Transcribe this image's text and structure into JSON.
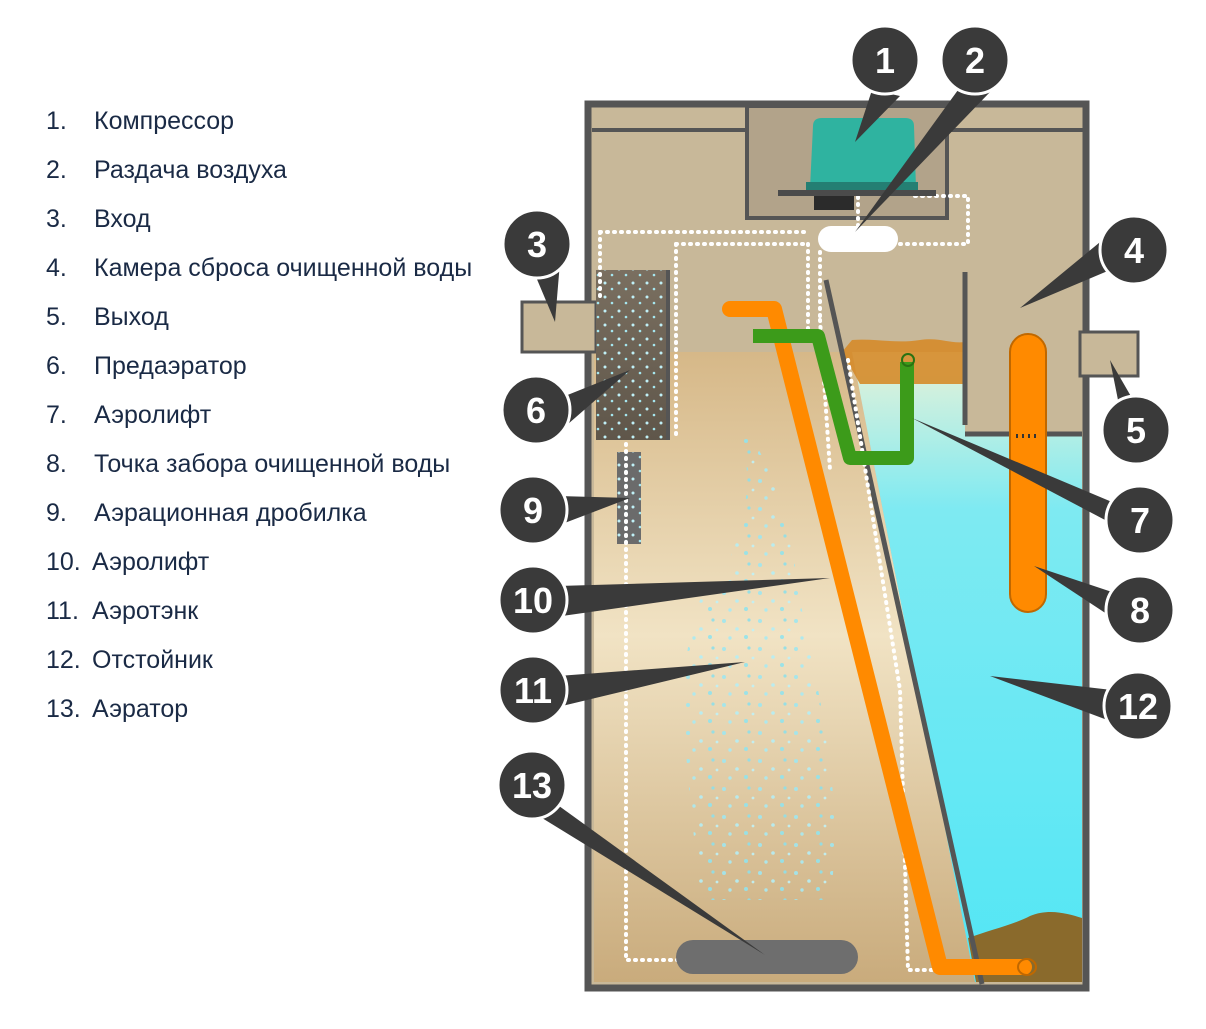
{
  "legend": [
    {
      "num": "1.",
      "label": "Компрессор"
    },
    {
      "num": "2.",
      "label": "Раздача воздуха"
    },
    {
      "num": "3.",
      "label": "Вход"
    },
    {
      "num": "4.",
      "label": "Камера сброса очищенной воды"
    },
    {
      "num": "5.",
      "label": "Выход"
    },
    {
      "num": "6.",
      "label": "Предаэратор"
    },
    {
      "num": "7.",
      "label": "Аэролифт"
    },
    {
      "num": "8.",
      "label": "Точка забора очищенной воды"
    },
    {
      "num": "9.",
      "label": "Аэрационная дробилка"
    },
    {
      "num": "10.",
      "label": "Аэролифт"
    },
    {
      "num": "11.",
      "label": "Аэротэнк"
    },
    {
      "num": "12.",
      "label": "Отстойник"
    },
    {
      "num": "13.",
      "label": "Аэратор"
    }
  ],
  "callouts": [
    "1",
    "2",
    "3",
    "4",
    "5",
    "6",
    "7",
    "8",
    "9",
    "10",
    "11",
    "12",
    "13"
  ],
  "colors": {
    "tank_wall": "#555555",
    "tank_fill": "#c8b899",
    "aeration_tank": "#d9c49a",
    "settler_water": "#5ee8f5",
    "airlift_orange": "#ff8a00",
    "airlift_green": "#3c9b1a",
    "compressor": "#2fb3a0",
    "callout_bg": "#3a3a3a",
    "legend_text": "#1a2a45"
  }
}
